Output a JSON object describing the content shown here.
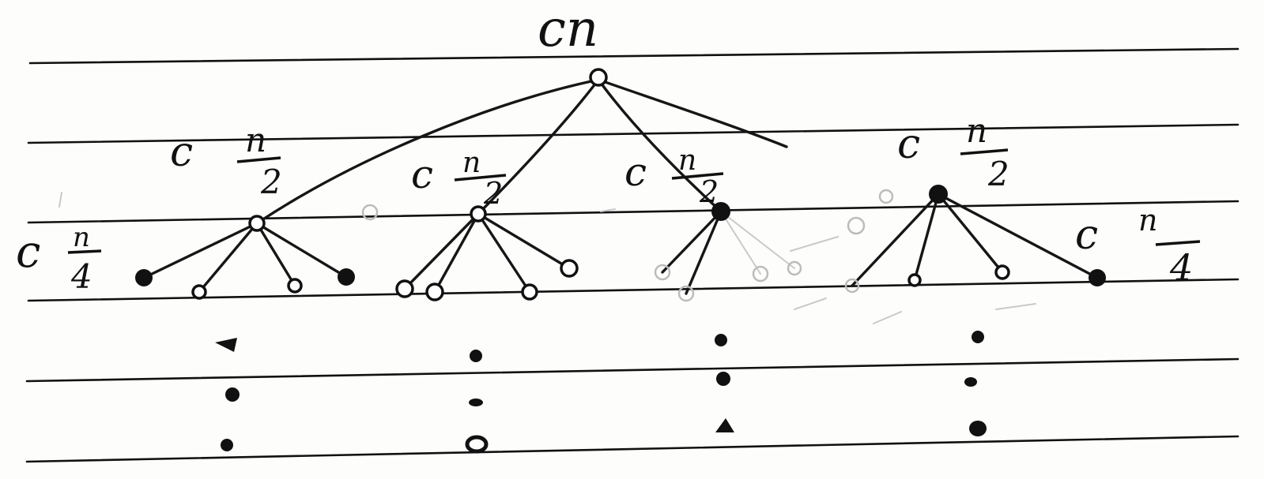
{
  "diagram": {
    "root": {
      "label": "cn"
    },
    "level1": [
      {
        "label_c": "c",
        "label_num": "n",
        "label_den": "2"
      },
      {
        "label_c": "c",
        "label_num": "n",
        "label_den": "2"
      },
      {
        "label_c": "c",
        "label_num": "n",
        "label_den": "2"
      },
      {
        "label_c": "c",
        "label_num": "n",
        "label_den": "2"
      }
    ],
    "level2": {
      "left": {
        "label_c": "c",
        "label_num": "n",
        "label_den": "4"
      },
      "right": {
        "label_c": "c",
        "label_num": "n",
        "label_den": "4"
      }
    }
  }
}
